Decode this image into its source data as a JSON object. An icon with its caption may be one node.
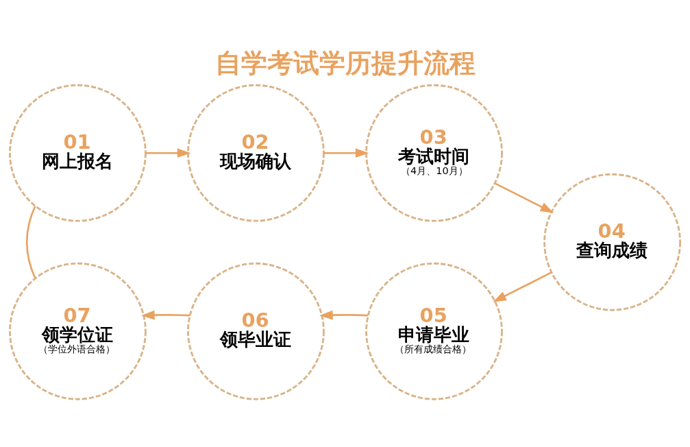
{
  "diagram": {
    "title": "自学考试学历提升流程",
    "nodes": [
      {
        "text": [
          "01",
          "网上报名"
        ]
      },
      {
        "text": [
          "02",
          "现场确认"
        ]
      },
      {
        "text": [
          "03",
          "考试时间",
          "（4月、10月）"
        ]
      },
      {
        "text": [
          "04",
          "查询成绩"
        ]
      },
      {
        "text": [
          "05",
          "申请毕业",
          "（所有成绩合格）"
        ]
      },
      {
        "text": [
          "06",
          "领毕业证"
        ]
      },
      {
        "text": [
          "07",
          "领学位证",
          "（学位外语合格）"
        ]
      }
    ],
    "edges": [
      {
        "from": 0,
        "to": 1,
        "arrow": "to"
      },
      {
        "from": 1,
        "to": 2,
        "arrow": "to"
      },
      {
        "from": 2,
        "to": 3,
        "arrow": "to"
      },
      {
        "from": 3,
        "to": 4,
        "arrow": "to"
      },
      {
        "from": 4,
        "to": 5,
        "arrow": "to"
      },
      {
        "from": 5,
        "to": 6,
        "arrow": "to"
      },
      {
        "from": 6,
        "to": 0,
        "arrow": "none"
      }
    ]
  }
}
